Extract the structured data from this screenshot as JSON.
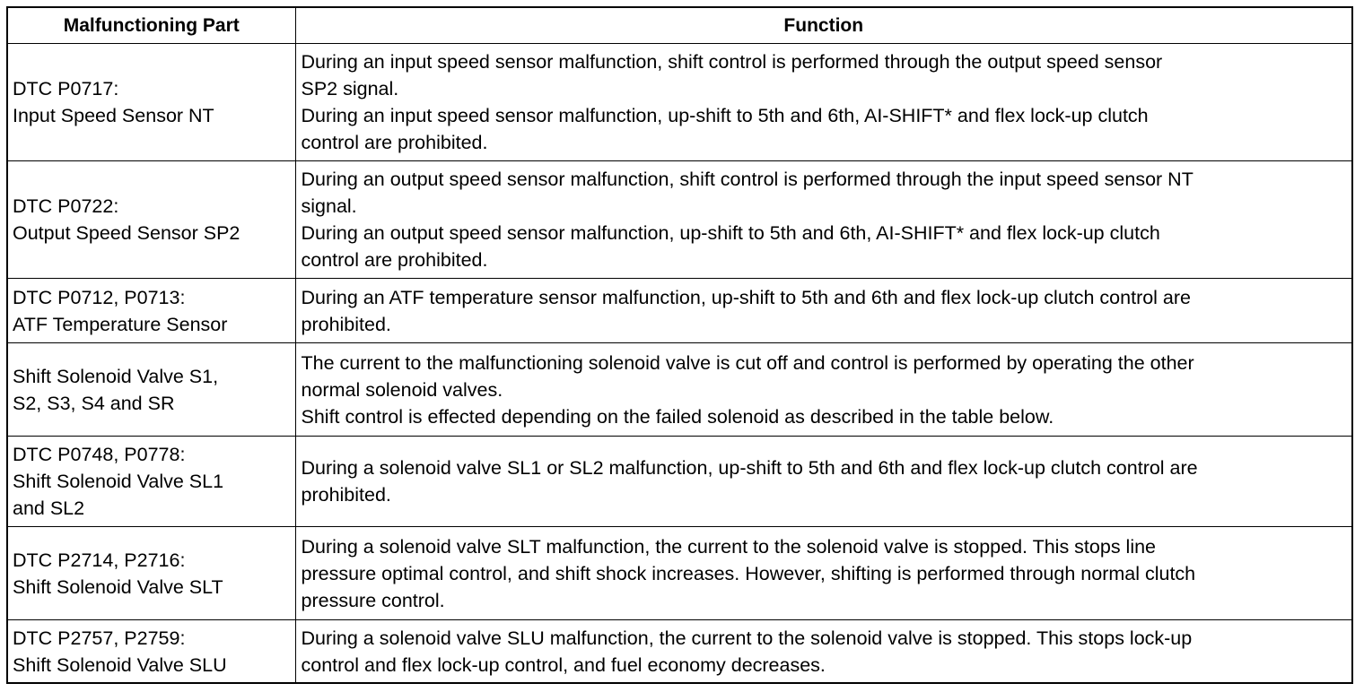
{
  "table": {
    "headers": {
      "part": "Malfunctioning Part",
      "function": "Function"
    },
    "rows": [
      {
        "part": [
          "DTC P0717:",
          "Input Speed Sensor NT"
        ],
        "function": [
          "During an input speed sensor malfunction, shift control is performed through the output speed sensor",
          "SP2 signal.",
          "During an input speed sensor malfunction, up-shift to 5th and 6th, AI-SHIFT* and flex lock-up clutch",
          "control are prohibited."
        ]
      },
      {
        "part": [
          "DTC P0722:",
          "Output Speed Sensor SP2"
        ],
        "function": [
          "During an output speed sensor malfunction, shift control is performed through the input speed sensor NT",
          "signal.",
          "During an output speed sensor malfunction, up-shift to 5th and 6th, AI-SHIFT* and flex lock-up clutch",
          "control are prohibited."
        ]
      },
      {
        "part": [
          "DTC P0712, P0713:",
          "ATF Temperature Sensor"
        ],
        "function": [
          "During an ATF temperature sensor malfunction, up-shift to 5th and 6th and flex lock-up clutch control are",
          "prohibited."
        ]
      },
      {
        "part": [
          "Shift Solenoid Valve S1,",
          "S2, S3, S4 and SR"
        ],
        "function": [
          "The current to the malfunctioning solenoid valve is cut off and control is performed by operating the other",
          "normal solenoid valves.",
          "Shift control is effected depending on the failed solenoid as described in the table below."
        ]
      },
      {
        "part": [
          "DTC P0748, P0778:",
          "Shift Solenoid Valve SL1",
          "and SL2"
        ],
        "function": [
          "During a solenoid valve SL1 or SL2 malfunction, up-shift to 5th and 6th and flex lock-up clutch control are",
          "prohibited."
        ]
      },
      {
        "part": [
          "DTC P2714, P2716:",
          "Shift Solenoid Valve SLT"
        ],
        "function": [
          "During a solenoid valve SLT malfunction, the current to the solenoid valve is stopped. This stops line",
          "pressure optimal control, and shift shock increases. However, shifting is performed through normal clutch",
          "pressure control."
        ]
      },
      {
        "part": [
          "DTC P2757, P2759:",
          "Shift Solenoid Valve SLU"
        ],
        "function": [
          "During a solenoid valve SLU malfunction, the current to the solenoid valve is stopped. This stops lock-up",
          "control and flex lock-up control, and fuel economy decreases."
        ]
      }
    ]
  }
}
